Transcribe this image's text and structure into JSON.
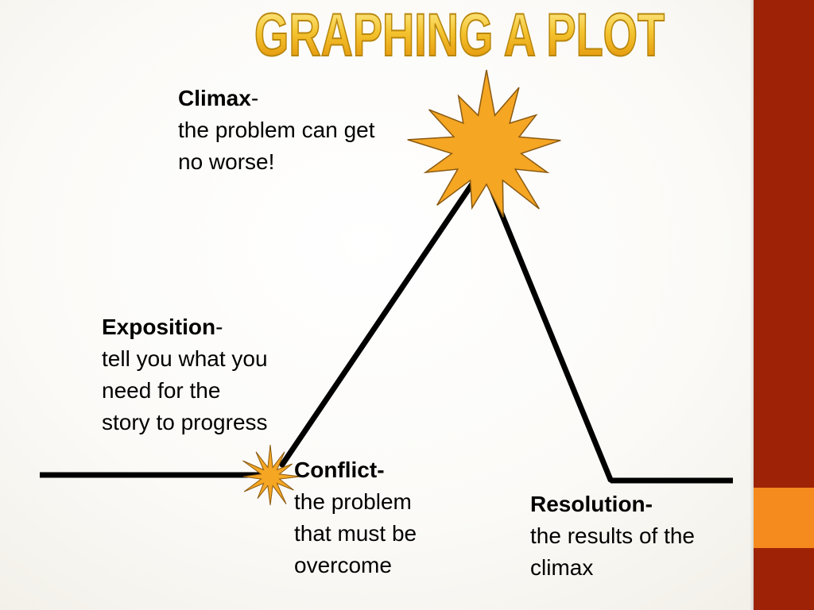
{
  "title": "GRAPHING A PLOT",
  "colors": {
    "title_fill": "#f4c430",
    "title_stroke": "#b8860b",
    "band_top": "#9e2306",
    "band_mid": "#f58a1f",
    "band_bottom": "#9e2306",
    "plot_line": "#000000",
    "burst_fill": "#f5a623",
    "burst_stroke": "#8a5a12"
  },
  "labels": {
    "climax": {
      "heading": "Climax",
      "suffix": "-",
      "lines": [
        "the problem can get",
        "no worse!"
      ]
    },
    "exposition": {
      "heading": "Exposition",
      "suffix": "-",
      "lines": [
        "tell you what you",
        "need for the",
        "story to progress"
      ]
    },
    "conflict": {
      "heading": "Conflict-",
      "lines": [
        "the problem",
        "that must be",
        "overcome"
      ]
    },
    "resolution": {
      "heading": "Resolution-",
      "lines": [
        "the results of the",
        "climax"
      ]
    }
  },
  "icons": {
    "climax_marker": "large-burst-icon",
    "conflict_marker": "small-burst-icon"
  }
}
